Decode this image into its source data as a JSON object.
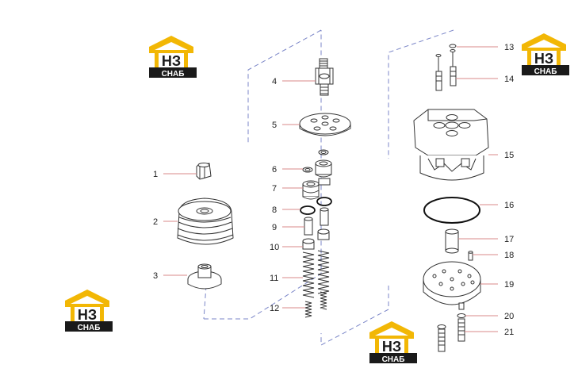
{
  "diagram": {
    "part_numbers": [
      "1",
      "2",
      "3",
      "4",
      "5",
      "6",
      "7",
      "8",
      "9",
      "10",
      "11",
      "12",
      "13",
      "14",
      "15",
      "16",
      "17",
      "18",
      "19",
      "20",
      "21"
    ]
  },
  "watermark": {
    "logo_letters": "НЗ",
    "logo_caption": "СНАБ",
    "colors": {
      "roof": "#f2b705",
      "letters": "#1a1a1a",
      "caption_bg": "#1a1a1a",
      "caption_text": "#ffffff"
    }
  },
  "colors": {
    "leader_line": "#d88a8a",
    "dashed_frame": "#7b86c8",
    "parts_fill": "#ffffff",
    "parts_stroke": "#333333"
  }
}
